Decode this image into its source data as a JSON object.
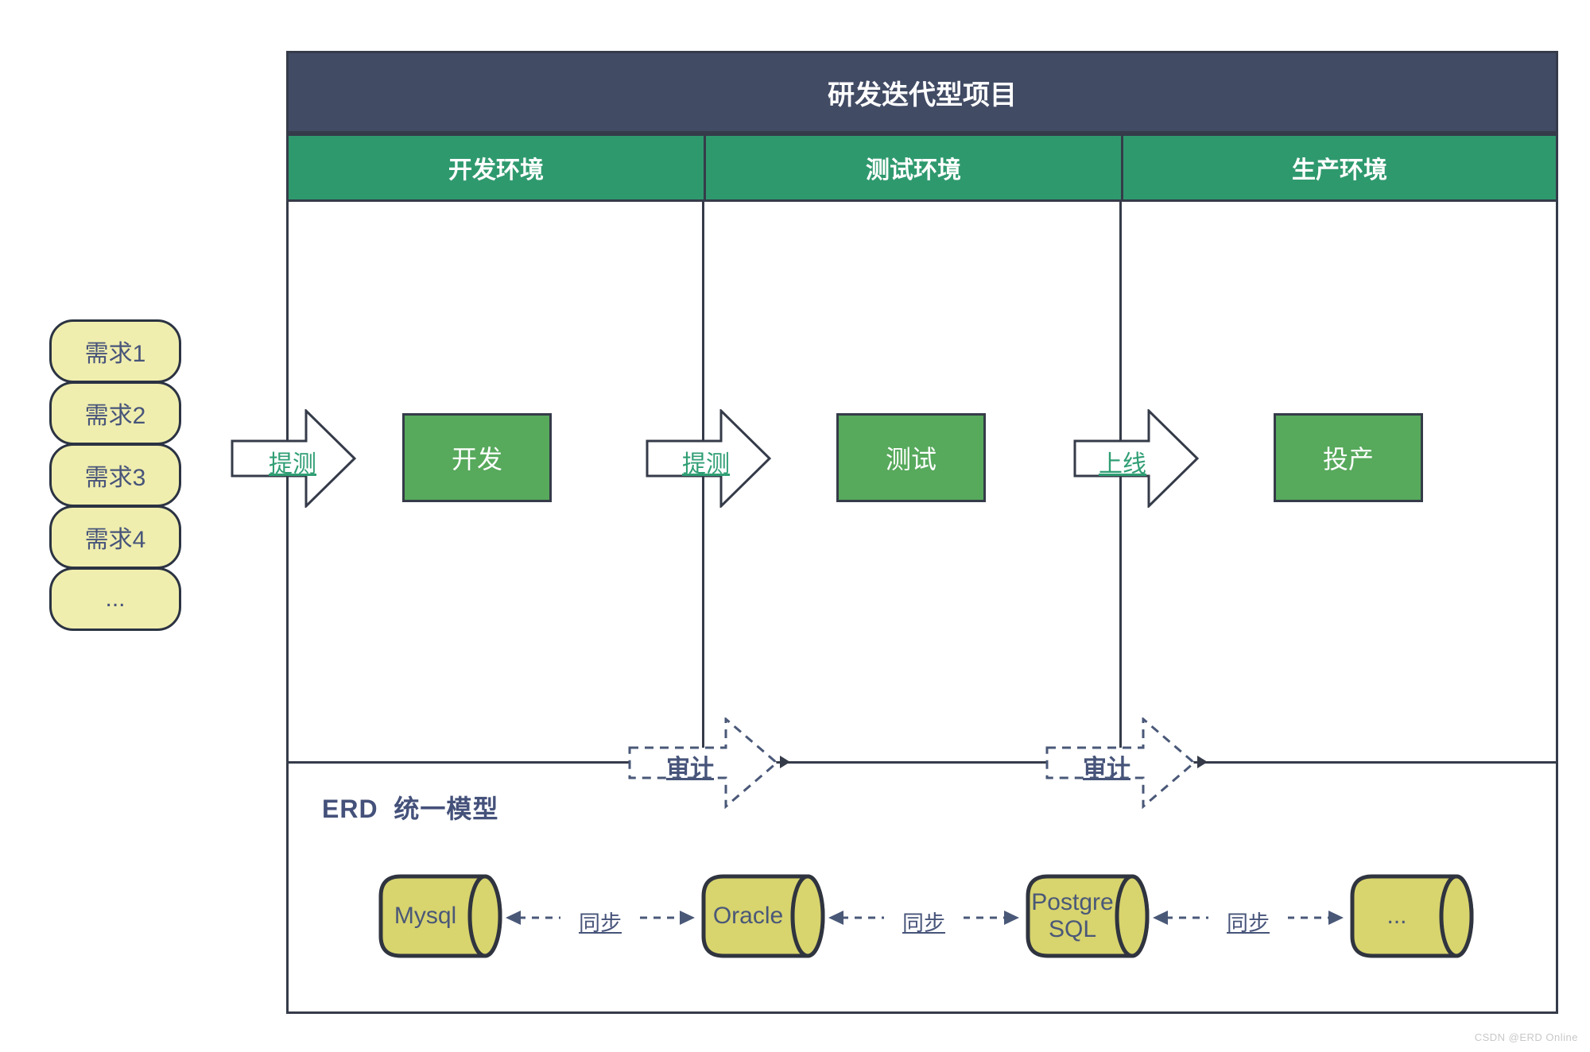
{
  "watermark": "CSDN @ERD Online",
  "diagram": {
    "title": "研发迭代型项目",
    "environments": [
      "开发环境",
      "测试环境",
      "生产环境"
    ],
    "requirements": [
      "需求1",
      "需求2",
      "需求3",
      "需求4",
      "..."
    ],
    "flow_arrows": [
      "提测",
      "提测",
      "上线"
    ],
    "stages": [
      "开发",
      "测试",
      "投产"
    ],
    "audit_arrows": [
      "审计",
      "审计"
    ],
    "erd": {
      "label": "ERD  统一模型",
      "databases": [
        "Mysql",
        "Oracle",
        "Postgre SQL",
        "..."
      ],
      "sync_labels": [
        "同步",
        "同步",
        "同步"
      ]
    },
    "colors": {
      "title_bar_bg": "#414b64",
      "env_header_bg": "#2f996e",
      "stage_box_bg": "#57a95c",
      "requirement_bg": "#f0eeae",
      "database_bg": "#d8d46e",
      "flow_label_green": "#2f9e74",
      "dark_text": "#47547a",
      "line": "#353b49",
      "watermark_gray": "#c8c8c8"
    }
  }
}
